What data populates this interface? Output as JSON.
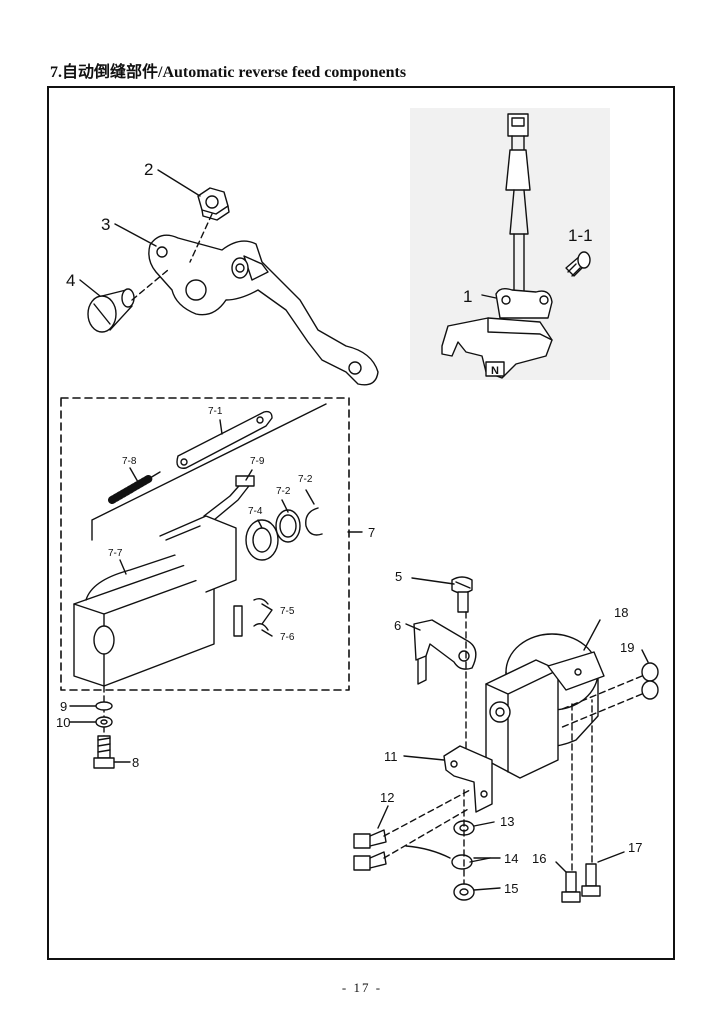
{
  "section_title": "7.自动倒缝部件/Automatic reverse feed components",
  "callouts": {
    "c1": "1",
    "c1_1": "1-1",
    "c2": "2",
    "c3": "3",
    "c4": "4",
    "c5": "5",
    "c6": "6",
    "c7": "7",
    "c7_1": "7-1",
    "c7_2a": "7-2",
    "c7_2b": "7-2",
    "c7_4": "7-4",
    "c7_5": "7-5",
    "c7_6": "7-6",
    "c7_7": "7-7",
    "c7_8": "7-8",
    "c7_9": "7-9",
    "c8": "8",
    "c9": "9",
    "c10": "10",
    "c11": "11",
    "c12": "12",
    "c13": "13",
    "c14": "14",
    "c15": "15",
    "c16": "16",
    "c17": "17",
    "c18": "18",
    "c19": "19"
  },
  "nameplate_letter": "N",
  "page_number": "- 17 -"
}
